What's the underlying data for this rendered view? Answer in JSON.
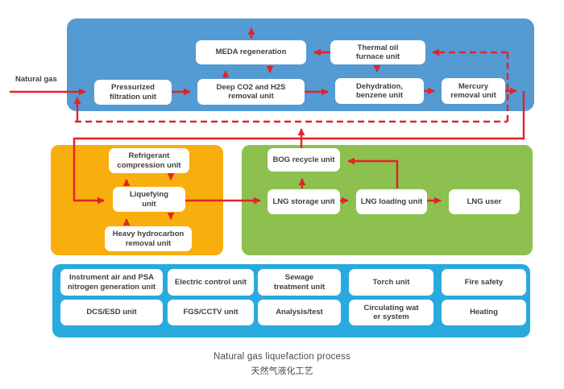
{
  "colors": {
    "top_region": "#549ad3",
    "bottom_region": "#29aadf",
    "orange_region": "#f8ae0c",
    "green_region": "#8dc04f",
    "arrow": "#e32228",
    "box_bg": "#ffffff",
    "box_text": "#3f3f3f",
    "caption_text": "#4a4a4a"
  },
  "feed_label": "Natural gas",
  "top_region": {
    "boxes": {
      "meda": "MEDA regeneration",
      "thermal": "Thermal oil\nfurnace unit",
      "pressurized": "Pressurized\nfiltration unit",
      "deep": "Deep CO2 and H2S\nremoval unit",
      "dehydration": "Dehydration,\nbenzene unit",
      "mercury": "Mercury\nremoval unit"
    }
  },
  "orange_region": {
    "boxes": {
      "refrigerant": "Refrigerant\ncompression unit",
      "liquefying": "Liquefying\nunit",
      "heavy": "Heavy hydrocarbon\nremoval unit"
    }
  },
  "green_region": {
    "boxes": {
      "bog": "BOG recycle unit",
      "storage": "LNG storage unit",
      "loading": "LNG loading unit",
      "user": "LNG user"
    }
  },
  "utility_region": {
    "row1": [
      "Instrument air and PSA\nnitrogen generation unit",
      "Electric control unit",
      "Sewage\ntreatment unit",
      "Torch unit",
      "Fire safety"
    ],
    "row2": [
      "DCS/ESD unit",
      "FGS/CCTV unit",
      "Analysis/test",
      "Circulating wat\ner system",
      "Heating"
    ]
  },
  "caption": {
    "line1": "Natural gas liquefaction process",
    "line2": "天然气液化工艺"
  }
}
